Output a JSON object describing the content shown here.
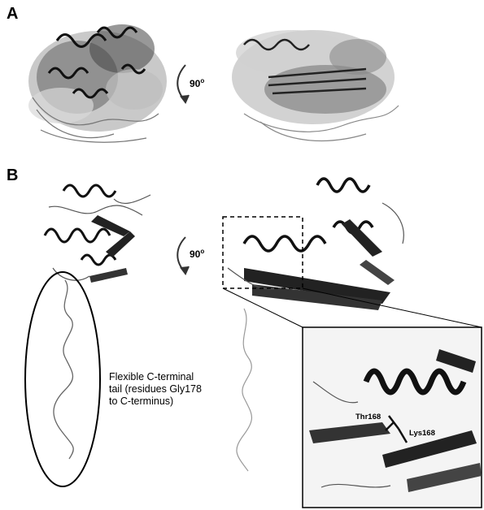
{
  "panels": {
    "a_label": "A",
    "b_label": "B"
  },
  "rotation": {
    "angle": "90",
    "unit": "o"
  },
  "annotation": {
    "line1": "Flexible C-terminal",
    "line2": "tail (residues Gly178",
    "line3": "to C-terminus)"
  },
  "inset": {
    "residue_1": "Thr168",
    "residue_2": "Lys168"
  },
  "colors": {
    "ink": "#000000",
    "dark_gray": "#333333",
    "mid_gray": "#777777",
    "light_gray": "#c8c8c8",
    "background": "#ffffff"
  }
}
